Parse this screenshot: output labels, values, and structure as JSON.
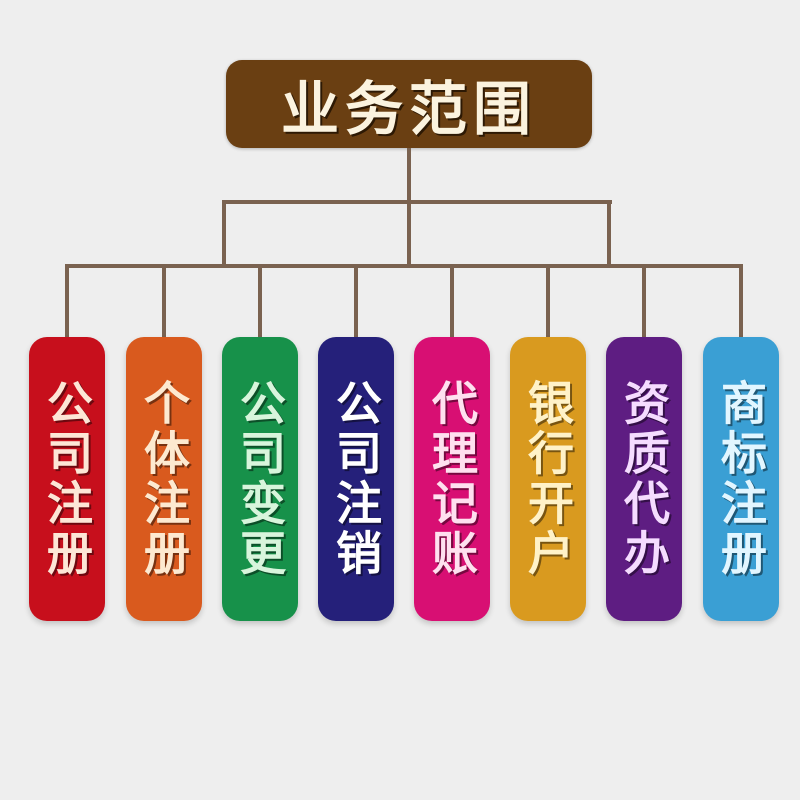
{
  "diagram": {
    "title": "业务范围",
    "root_color": "#6a3f12",
    "line_color": "#7a6250",
    "background": "#eeeeee",
    "items": [
      {
        "label": "公司注册",
        "color": "#c70f1c",
        "text_color": "#fde6d6"
      },
      {
        "label": "个体注册",
        "color": "#d95a1e",
        "text_color": "#fde9d0"
      },
      {
        "label": "公司变更",
        "color": "#17914a",
        "text_color": "#d8f5dc"
      },
      {
        "label": "公司注销",
        "color": "#25207a",
        "text_color": "#ffffff"
      },
      {
        "label": "代理记账",
        "color": "#d80f73",
        "text_color": "#ffe0ef"
      },
      {
        "label": "银行开户",
        "color": "#d99a1f",
        "text_color": "#fff2c8"
      },
      {
        "label": "资质代办",
        "color": "#5e1d82",
        "text_color": "#f5dcff"
      },
      {
        "label": "商标注册",
        "color": "#3a9fd4",
        "text_color": "#e2f6ff"
      }
    ]
  }
}
